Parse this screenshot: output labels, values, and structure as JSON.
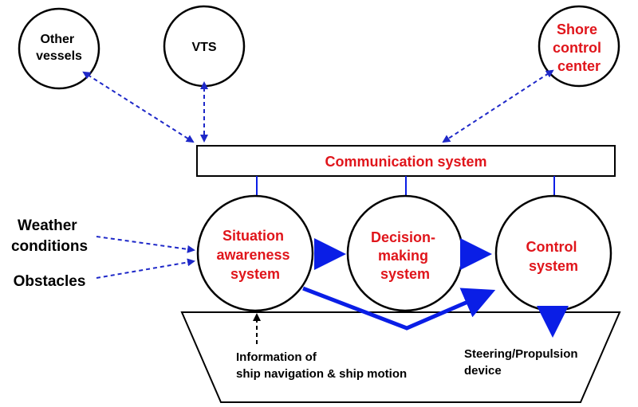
{
  "nodes": {
    "other_vessels": [
      "Other",
      "vessels"
    ],
    "vts": [
      "VTS"
    ],
    "shore_control_center": [
      "Shore",
      "control",
      "center"
    ],
    "communication_system": "Communication system",
    "situation_awareness_system": [
      "Situation",
      "awareness",
      "system"
    ],
    "decision_making_system": [
      "Decision-",
      "making",
      "system"
    ],
    "control_system": [
      "Control",
      "system"
    ]
  },
  "inputs": {
    "weather_conditions": [
      "Weather",
      "conditions"
    ],
    "obstacles": "Obstacles",
    "ship_info": [
      "Information of",
      "ship navigation & ship motion"
    ],
    "steering_propulsion": [
      "Steering/Propulsion",
      "device"
    ]
  },
  "colors": {
    "highlight_text": "#e0151b",
    "solid_arrow": "#0a1ee6",
    "dashed_arrow": "#1e28c8",
    "outline": "#000000"
  }
}
